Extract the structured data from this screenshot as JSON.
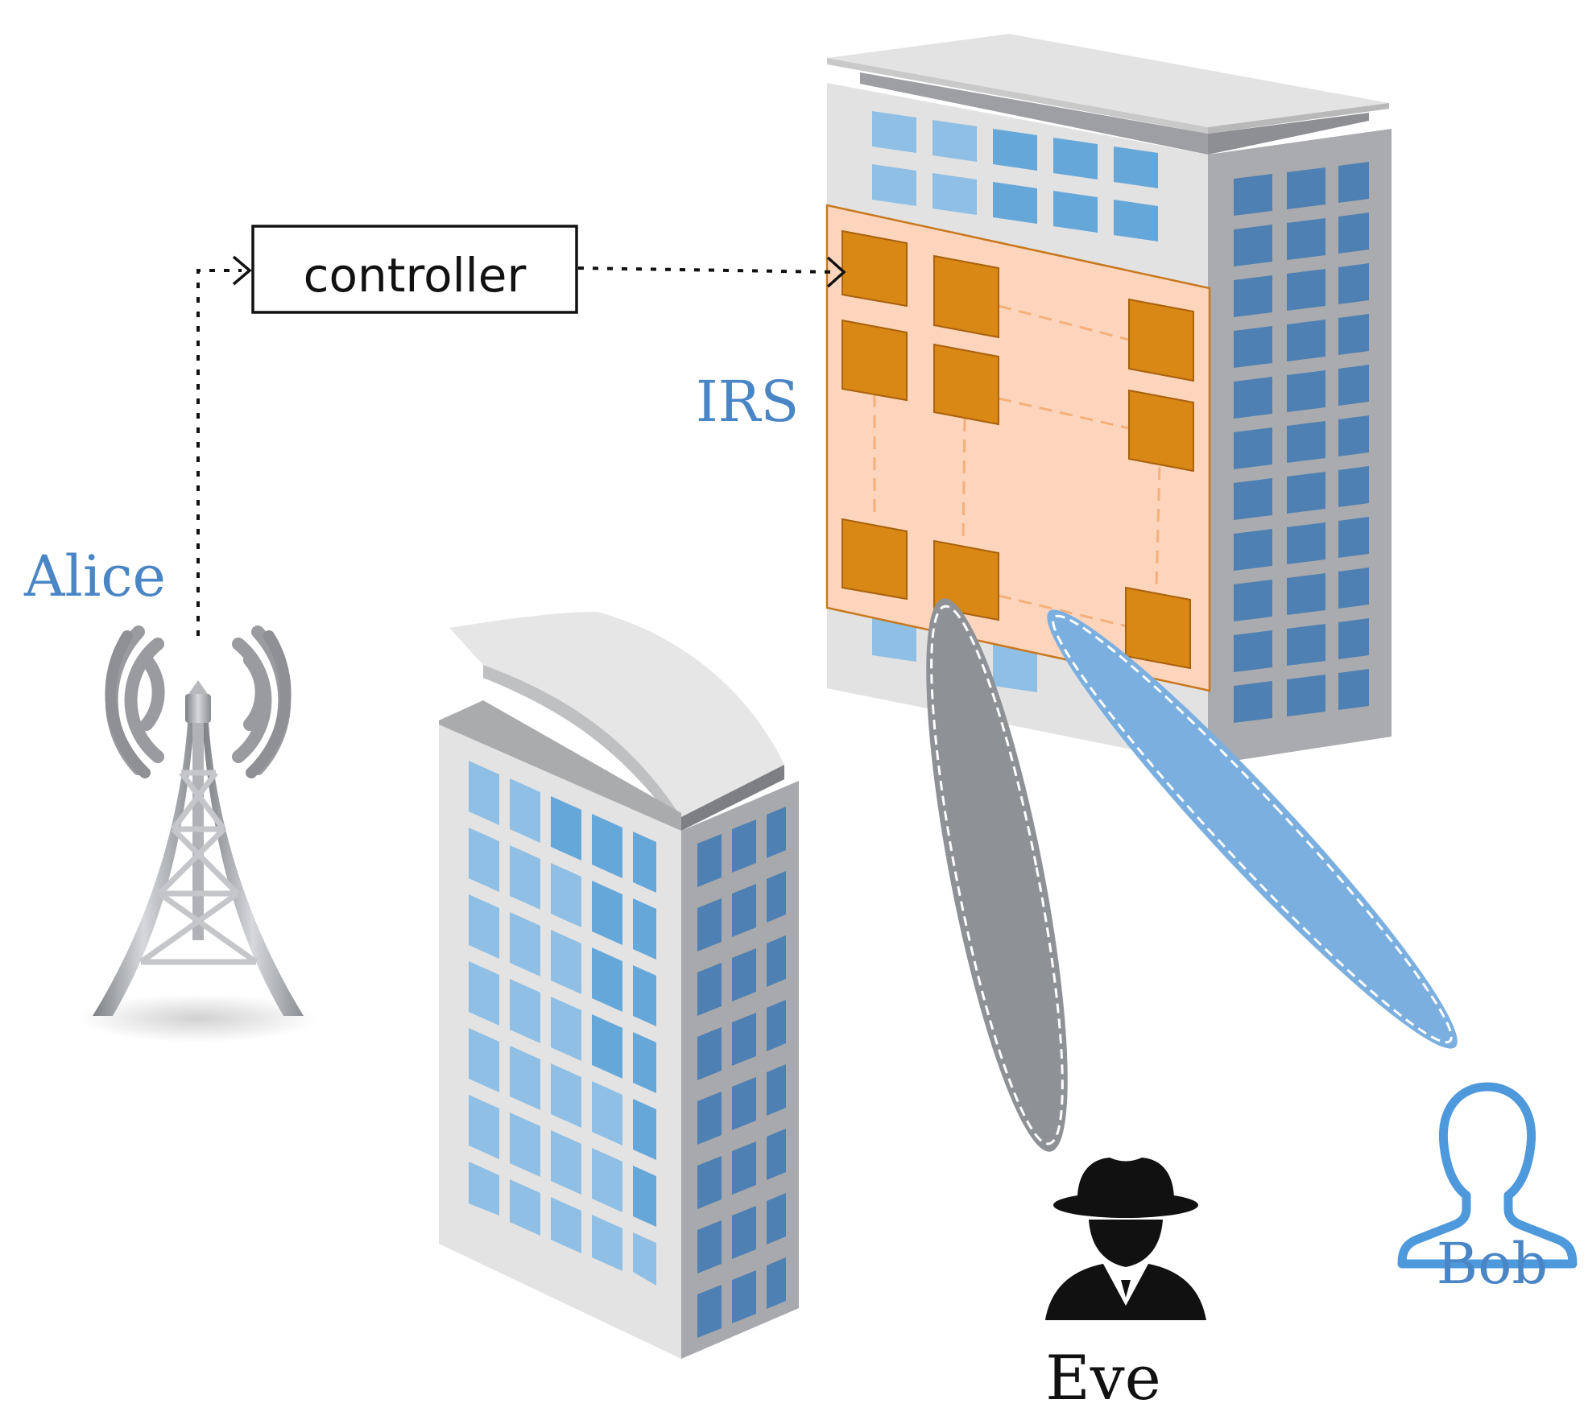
{
  "labels": {
    "controller": "controller",
    "irs": "IRS",
    "alice": "Alice",
    "eve": "Eve",
    "bob": "Bob"
  },
  "icons": {
    "base_station": "base-station-tower-icon",
    "eavesdropper": "spy-hat-sunglasses-icon",
    "user": "person-outline-icon",
    "building": "office-building-icon"
  },
  "colors": {
    "label_blue": "#4a86c5",
    "irs_panel": "#fdd5bd",
    "irs_element": "#d98816",
    "irs_dash": "#f5b07a",
    "beam_eve": "#8e9196",
    "beam_bob": "#7aafe0",
    "bob_icon": "#4e98dc",
    "window_light": "#8fbfe4",
    "window_mid": "#66a7da",
    "window_dark": "#4f80b3",
    "wall_front": "#e4e4e4",
    "wall_side": "#a8aaad",
    "roof": "#d7d7d7"
  }
}
